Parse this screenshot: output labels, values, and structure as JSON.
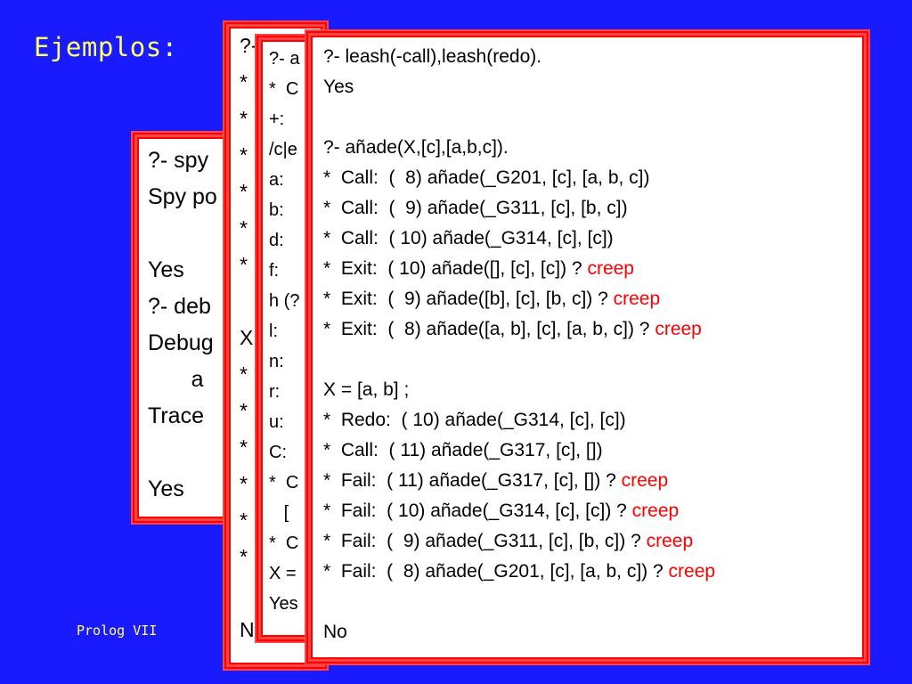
{
  "slide": {
    "title": "Ejemplos:",
    "footer": "Prolog VII"
  },
  "colors": {
    "background": "#1a1aff",
    "title": "#ffff66",
    "border": "#ff0000",
    "highlight": "#ff0000"
  },
  "panel_spy": {
    "lines": [
      "?- spy",
      "Spy po",
      "",
      "Yes",
      "?- deb",
      "Debug",
      "       a",
      "Trace",
      "",
      "Yes"
    ]
  },
  "panel_trace": {
    "lines": [
      "?-",
      "*",
      "*",
      "*",
      "*",
      "*",
      "*",
      "",
      "X",
      "*",
      "*",
      "*",
      "*",
      "*",
      "*",
      "",
      "No"
    ]
  },
  "panel_leash": {
    "lines": [
      "?- a",
      "*  C",
      "+:",
      "/c|e",
      "a:",
      "b:",
      "d:",
      "f:",
      "h (?",
      "l:",
      "n:",
      "r:",
      "u:",
      "C:",
      "*  C",
      "   [",
      "*  C",
      "X =",
      "Yes"
    ]
  },
  "panel_main": {
    "lines": [
      {
        "text": "?- leash(-call),leash(redo).",
        "hl": ""
      },
      {
        "text": "Yes",
        "hl": ""
      },
      {
        "text": "",
        "hl": ""
      },
      {
        "text": "?- añade(X,[c],[a,b,c]).",
        "hl": ""
      },
      {
        "text": "*  Call:  (  8) añade(_G201, [c], [a, b, c])",
        "hl": ""
      },
      {
        "text": "*  Call:  (  9) añade(_G311, [c], [b, c])",
        "hl": ""
      },
      {
        "text": "*  Call:  ( 10) añade(_G314, [c], [c])",
        "hl": ""
      },
      {
        "text": "*  Exit:  ( 10) añade([], [c], [c]) ? ",
        "hl": "creep"
      },
      {
        "text": "*  Exit:  (  9) añade([b], [c], [b, c]) ? ",
        "hl": "creep"
      },
      {
        "text": "*  Exit:  (  8) añade([a, b], [c], [a, b, c]) ? ",
        "hl": "creep"
      },
      {
        "text": "",
        "hl": ""
      },
      {
        "text": "X = [a, b] ;",
        "hl": ""
      },
      {
        "text": "*  Redo:  ( 10) añade(_G314, [c], [c])",
        "hl": ""
      },
      {
        "text": "*  Call:  ( 11) añade(_G317, [c], [])",
        "hl": ""
      },
      {
        "text": "*  Fail:  ( 11) añade(_G317, [c], []) ? ",
        "hl": "creep"
      },
      {
        "text": "*  Fail:  ( 10) añade(_G314, [c], [c]) ? ",
        "hl": "creep"
      },
      {
        "text": "*  Fail:  (  9) añade(_G311, [c], [b, c]) ? ",
        "hl": "creep"
      },
      {
        "text": "*  Fail:  (  8) añade(_G201, [c], [a, b, c]) ? ",
        "hl": "creep"
      },
      {
        "text": "",
        "hl": ""
      },
      {
        "text": "No",
        "hl": ""
      }
    ]
  }
}
